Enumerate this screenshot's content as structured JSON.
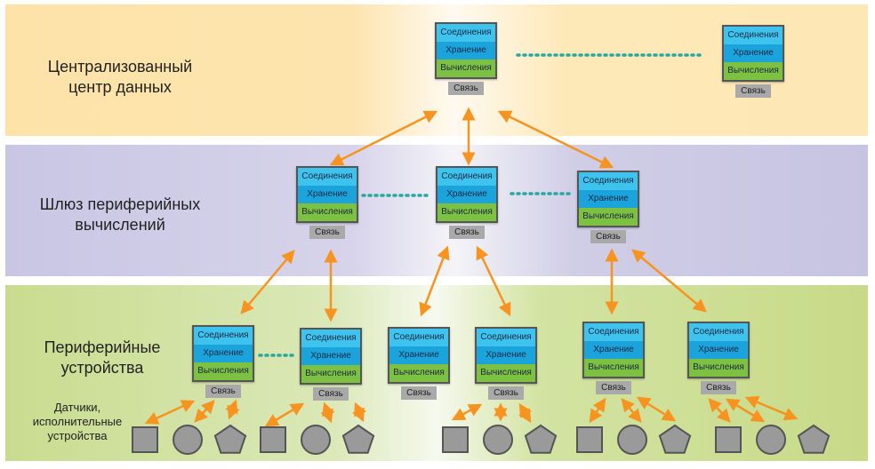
{
  "tiers": {
    "datacenter": {
      "label_line1": "Централизованный",
      "label_line2": "центр данных"
    },
    "gateway": {
      "label_line1": "Шлюз периферийных",
      "label_line2": "вычислений"
    },
    "devices": {
      "label_line1": "Периферийные",
      "label_line2": "устройства"
    },
    "sensors": {
      "label_line1": "Датчики,",
      "label_line2": "исполнительные",
      "label_line3": "устройства"
    }
  },
  "node_labels": {
    "connections": "Соединения",
    "storage": "Хранение",
    "compute": "Вычисления",
    "link": "Связь"
  },
  "colors": {
    "arrow": "#f7931e",
    "dotted_link": "#2aa7a0",
    "connections": "#3ec3ee",
    "storage": "#1ba4dc",
    "compute": "#7cc142",
    "link_box": "#a9a9a9",
    "sensor_shape": "#9a9a9a"
  },
  "sensor_shapes": [
    "square",
    "circle",
    "pentagon"
  ]
}
